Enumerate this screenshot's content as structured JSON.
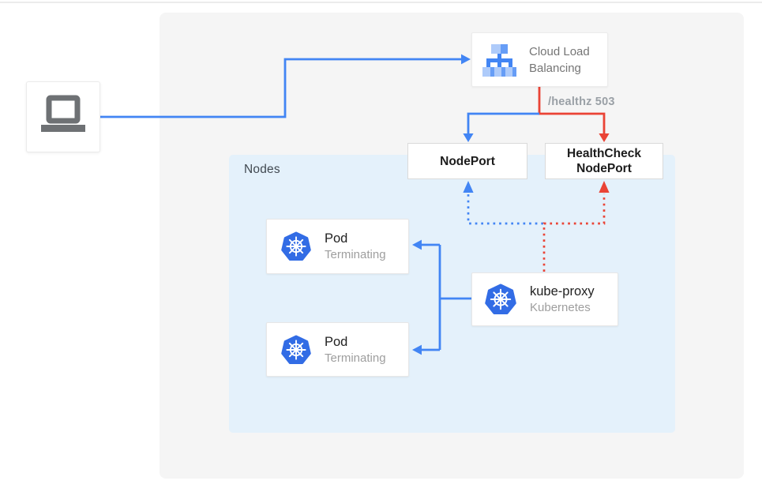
{
  "colors": {
    "traffic_blue": "#4285f4",
    "health_red": "#ea4335",
    "kubernetes_blue": "#326ce5",
    "lb_icon_light_blue": "#aecbfa",
    "lb_icon_medium_blue": "#669df6",
    "nodes_panel_bg": "#e4f1fb",
    "stage_bg": "#f5f5f5",
    "muted_text": "#757575"
  },
  "diagram": {
    "client": {
      "icon": "laptop-icon"
    },
    "cloud_load_balancing": {
      "label": "Cloud Load Balancing",
      "icon": "load-balancer-icon"
    },
    "healthz_label": "/healthz 503",
    "nodeport": {
      "label": "NodePort"
    },
    "healthcheck_nodeport": {
      "label": "HealthCheck NodePort"
    },
    "nodes_panel": {
      "label": "Nodes",
      "pods": [
        {
          "title": "Pod",
          "status": "Terminating",
          "icon": "kubernetes-icon"
        },
        {
          "title": "Pod",
          "status": "Terminating",
          "icon": "kubernetes-icon"
        }
      ],
      "kube_proxy": {
        "title": "kube-proxy",
        "subtitle": "Kubernetes",
        "icon": "kubernetes-icon"
      }
    }
  }
}
